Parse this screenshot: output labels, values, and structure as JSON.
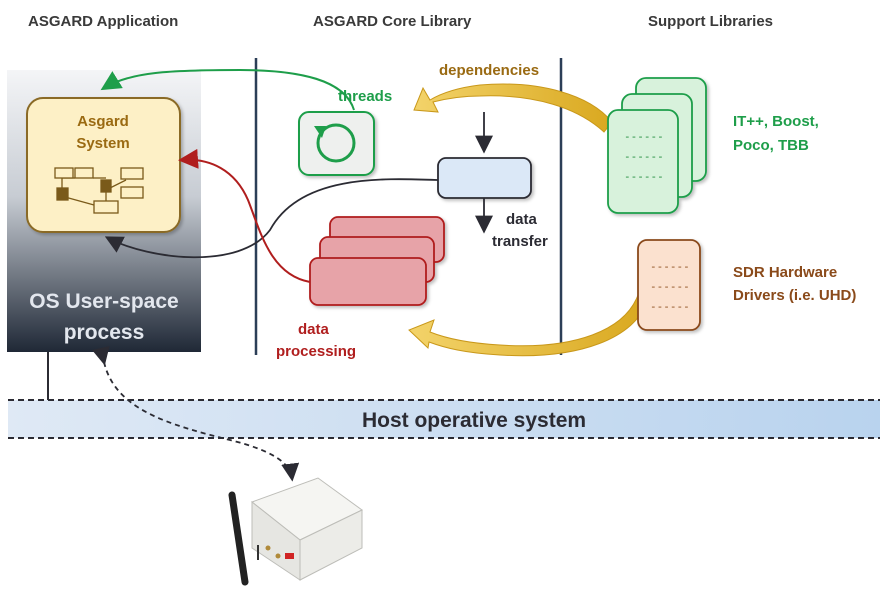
{
  "headers": {
    "application": "ASGARD Application",
    "core": "ASGARD Core Library",
    "support": "Support Libraries"
  },
  "asgard_system": {
    "line1": "Asgard",
    "line2": "System"
  },
  "os_process": {
    "line1": "OS User-space",
    "line2": "process"
  },
  "labels": {
    "threads": "threads",
    "dependencies": "dependencies",
    "data_transfer_1": "data",
    "data_transfer_2": "transfer",
    "data_processing_1": "data",
    "data_processing_2": "processing"
  },
  "support_libs": {
    "generic_1": "IT++, Boost,",
    "generic_2": "Poco, TBB",
    "sdr_1": "SDR Hardware",
    "sdr_2": "Drivers (i.e. UHD)"
  },
  "doc_dashes": "------",
  "host_os": "Host operative system",
  "colors": {
    "green": "#1e9e4a",
    "gold": "#e8b830",
    "red": "#b01e1e",
    "dark": "#2b2b33",
    "band": "#cfe2f5"
  }
}
